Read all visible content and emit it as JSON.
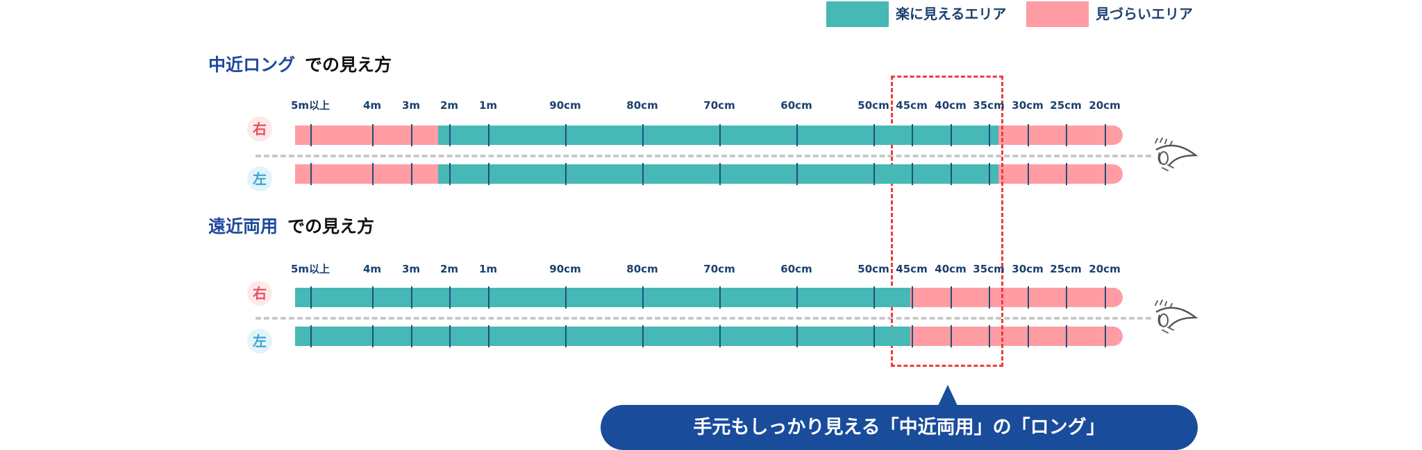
{
  "legend": {
    "easy_label": "楽に見えるエリア",
    "easy_color": "#46b8b6",
    "hard_label": "見づらいエリア",
    "hard_color": "#ff9ca4"
  },
  "sections": [
    {
      "lens_label": "中近ロング",
      "suffix": "での見え方",
      "right_label": "右",
      "left_label": "左",
      "easy_range": [
        "2m",
        "35cm"
      ]
    },
    {
      "lens_label": "遠近両用",
      "suffix": "での見え方",
      "right_label": "右",
      "left_label": "左",
      "easy_range": [
        "5m以上",
        "45cm"
      ]
    }
  ],
  "distance_ticks": [
    "5m以上",
    "4m",
    "3m",
    "2m",
    "1m",
    "90cm",
    "80cm",
    "70cm",
    "60cm",
    "50cm",
    "45cm",
    "40cm",
    "35cm",
    "30cm",
    "25cm",
    "20cm"
  ],
  "eye_icon": "eye-icon",
  "callout": {
    "text": "手元もしっかり見える「中近両用」の「ロング」"
  }
}
